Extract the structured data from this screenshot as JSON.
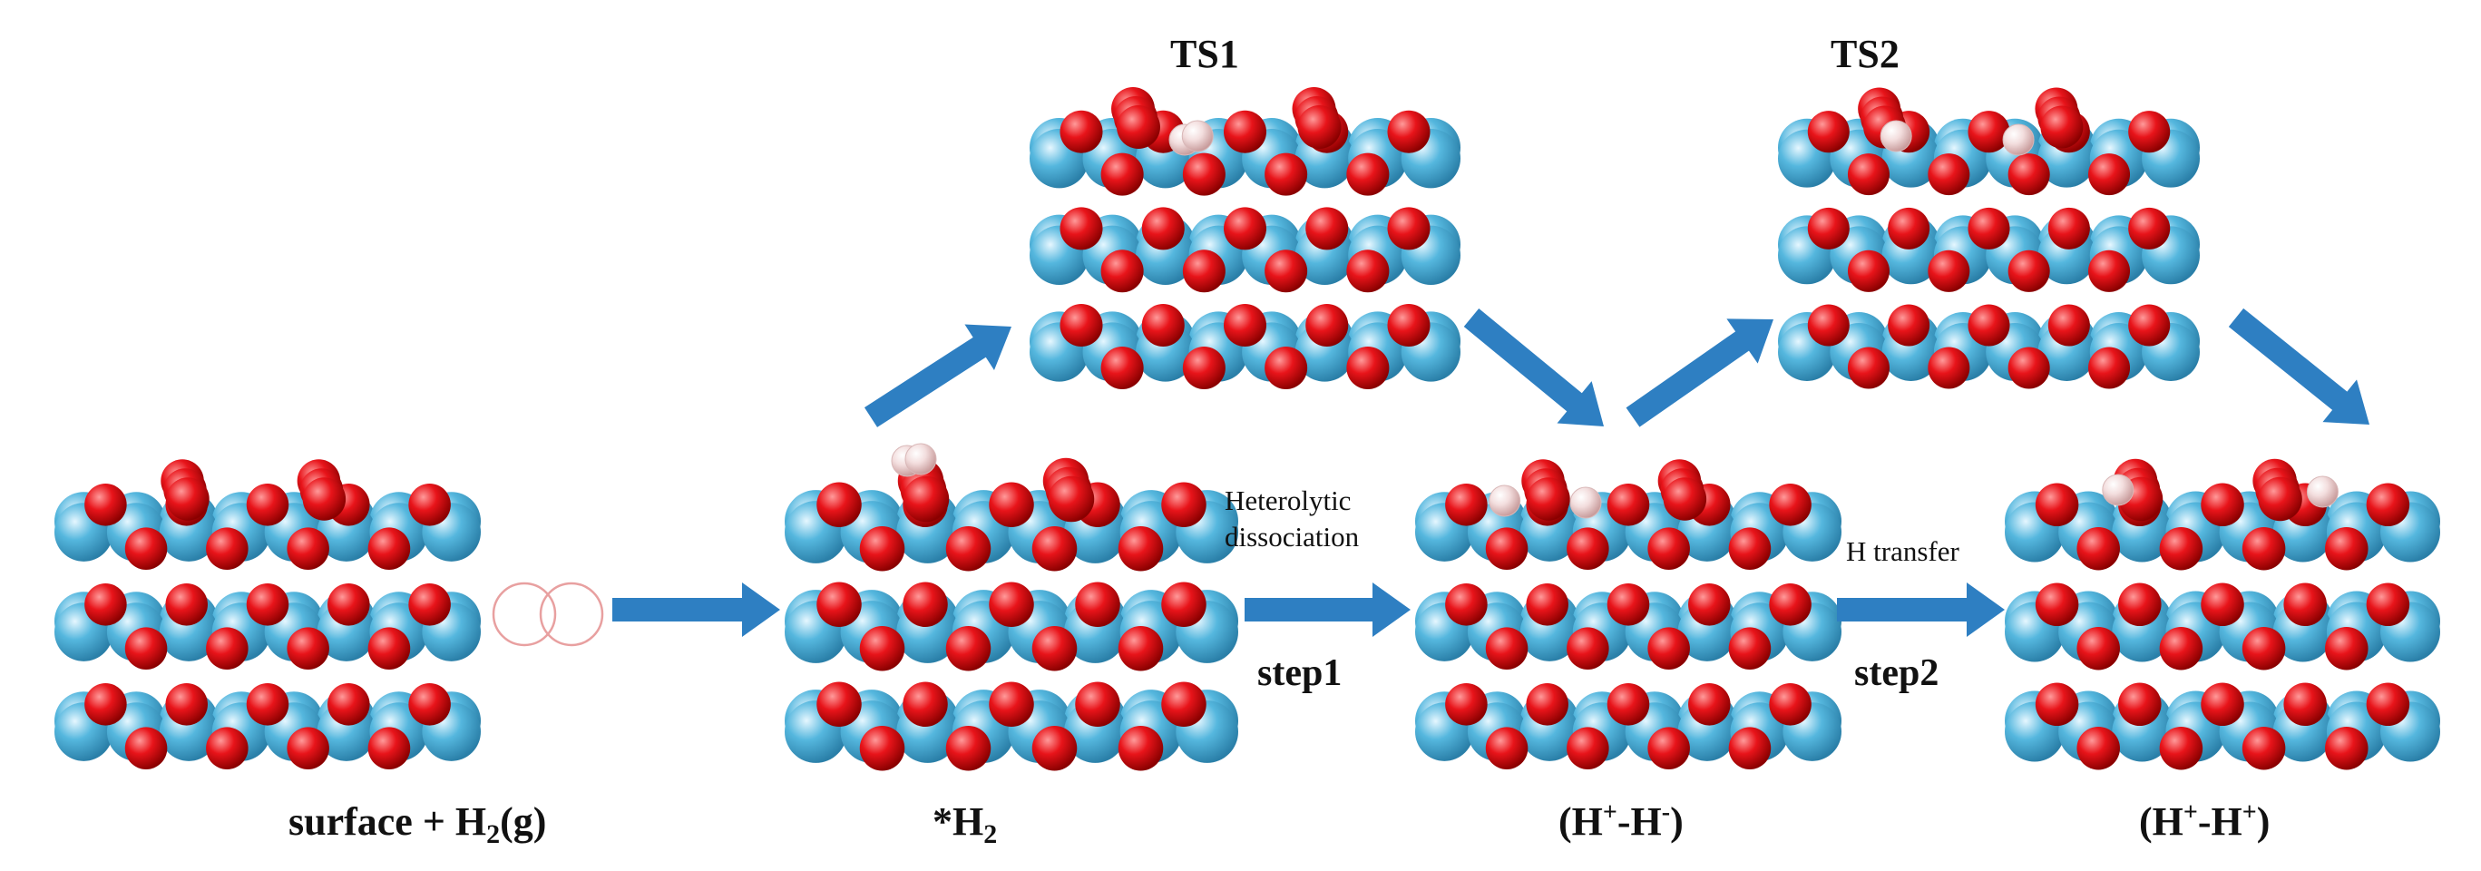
{
  "labels": {
    "ts1": "TS1",
    "ts2": "TS2",
    "surface_prefix": "surface + H",
    "surface_sub": "2",
    "surface_suffix": "(g)",
    "h2_prefix": "*H",
    "h2_sub": "2",
    "hh1_open": "(H",
    "hh1_sup1": "+",
    "hh1_mid": "-H",
    "hh1_sup2": "-",
    "hh1_close": ")",
    "hh2_open": "(H",
    "hh2_sup1": "+",
    "hh2_mid": "-H",
    "hh2_sup2": "+",
    "hh2_close": ")",
    "heterolytic": "Heterolytic",
    "dissociation": "dissociation",
    "step1": "step1",
    "h_transfer": "H transfer",
    "step2": "step2"
  },
  "colors": {
    "arrow": "#2e7fc2",
    "oxygen": "#e8141a",
    "metal": "#55b7de",
    "hydrogen": "#f3dede",
    "gas_outline": "#e8a0a0"
  },
  "structures": [
    {
      "name": "structure-surface",
      "variant": "surface",
      "adsorbates": []
    },
    {
      "name": "structure-ts1",
      "variant": "ts",
      "adsorbates": [
        "pair-top"
      ]
    },
    {
      "name": "structure-h2-adsorbed",
      "variant": "surface",
      "adsorbates": [
        "pair-float"
      ]
    },
    {
      "name": "structure-ts2",
      "variant": "ts",
      "adsorbates": [
        "split-top"
      ]
    },
    {
      "name": "structure-h-plus-h-minus",
      "variant": "surface",
      "adsorbates": [
        "split-mid"
      ]
    },
    {
      "name": "structure-h-plus-h-plus",
      "variant": "surface",
      "adsorbates": [
        "split-on-o"
      ]
    }
  ]
}
